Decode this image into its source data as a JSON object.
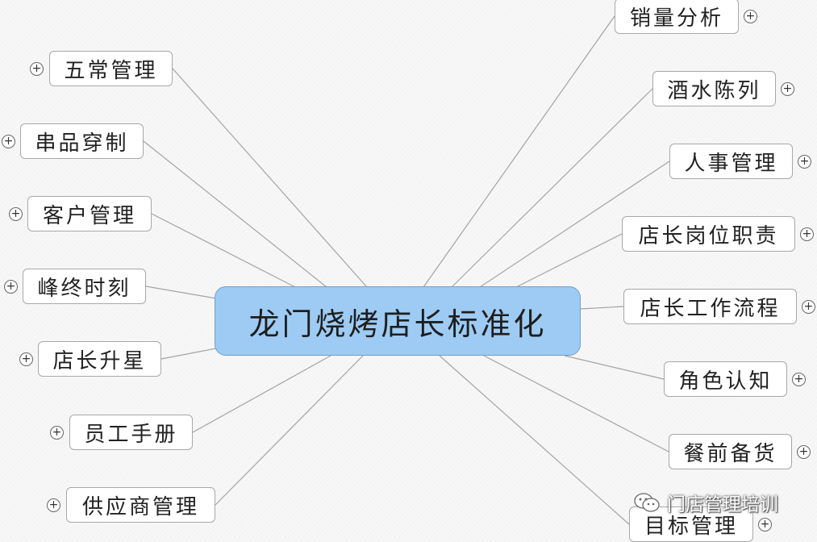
{
  "root": {
    "label": "龙门烧烤店长标准化"
  },
  "left_branches": [
    {
      "id": "wuchang",
      "label": "五常管理",
      "expand": "+"
    },
    {
      "id": "chuanpin",
      "label": "串品穿制",
      "expand": "+"
    },
    {
      "id": "kehu",
      "label": "客户管理",
      "expand": "+"
    },
    {
      "id": "fengzhong",
      "label": "峰终时刻",
      "expand": "+"
    },
    {
      "id": "shengxing",
      "label": "店长升星",
      "expand": "+"
    },
    {
      "id": "shouce",
      "label": "员工手册",
      "expand": "+"
    },
    {
      "id": "gongying",
      "label": "供应商管理",
      "expand": "+"
    }
  ],
  "right_branches": [
    {
      "id": "xiaoliang",
      "label": "销量分析",
      "expand": "+"
    },
    {
      "id": "jiushui",
      "label": "酒水陈列",
      "expand": "+"
    },
    {
      "id": "renshi",
      "label": "人事管理",
      "expand": "+"
    },
    {
      "id": "gangwei",
      "label": "店长岗位职责",
      "expand": "+"
    },
    {
      "id": "liucheng",
      "label": "店长工作流程",
      "expand": "+"
    },
    {
      "id": "juese",
      "label": "角色认知",
      "expand": "+"
    },
    {
      "id": "beihuo",
      "label": "餐前备货",
      "expand": "+"
    },
    {
      "id": "mubiao",
      "label": "目标管理",
      "expand": "+"
    }
  ],
  "watermark": {
    "text": "门店管理培训"
  },
  "colors": {
    "root_fill": "#9ecbf3",
    "node_fill": "#ffffff",
    "link": "#a3a3a3"
  }
}
